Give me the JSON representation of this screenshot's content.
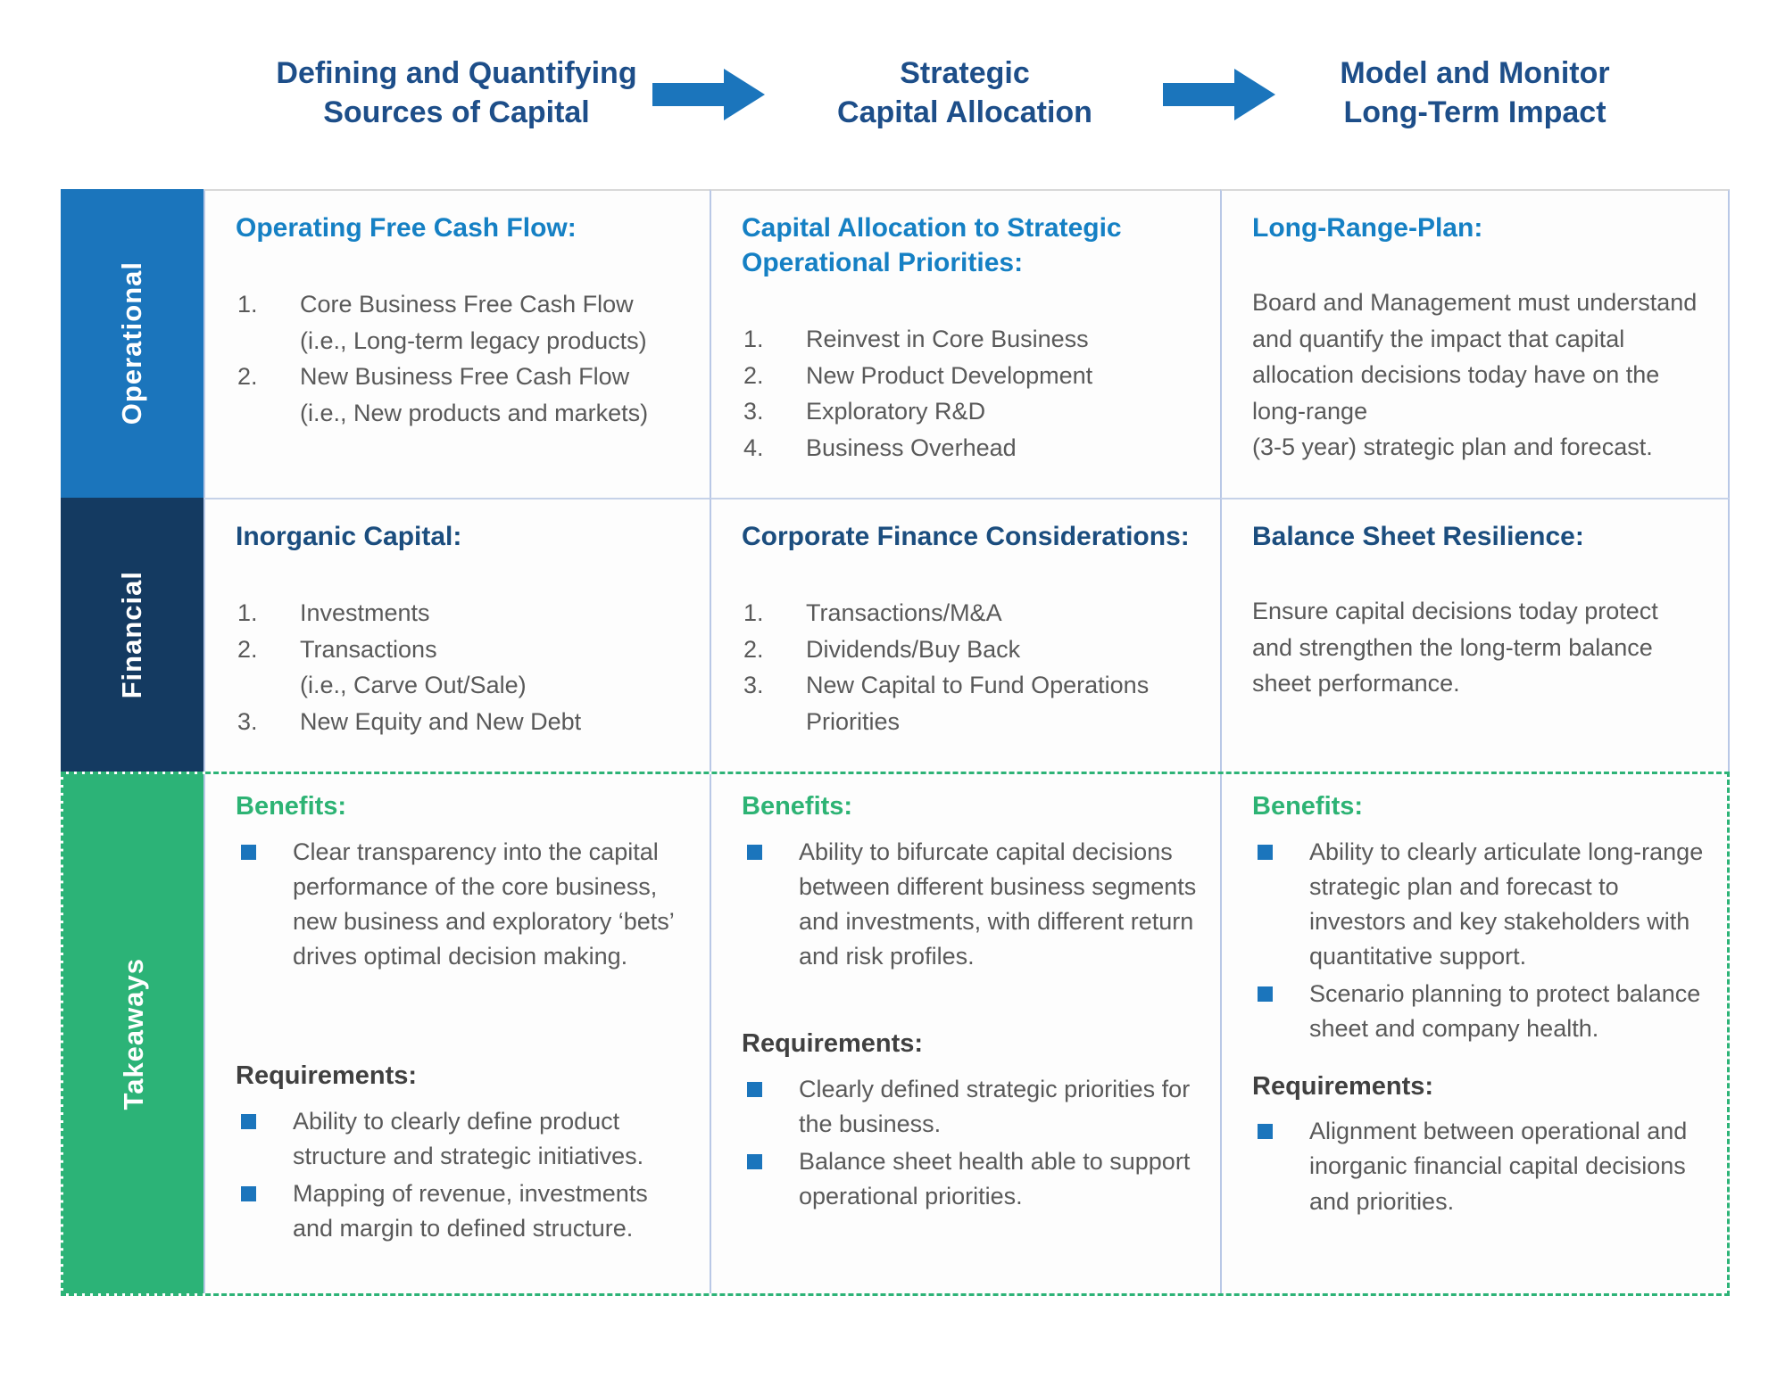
{
  "header": {
    "steps": [
      {
        "line1": "Defining and Quantifying",
        "line2": "Sources of Capital"
      },
      {
        "line1": "Strategic",
        "line2": "Capital Allocation"
      },
      {
        "line1": "Model and Monitor",
        "line2": "Long-Term Impact"
      }
    ]
  },
  "colors": {
    "operational_blue": "#1b75bc",
    "financial_navy": "#143a61",
    "takeaways_green": "#2cb377",
    "heading_bright_blue": "#1580c4",
    "heading_navy": "#1b4d7e",
    "benefits_green": "#2db374",
    "bullet_blue": "#1b75bc",
    "arrow_blue": "#1b75bc",
    "header_text_navy": "#1d4e89",
    "body_gray": "#595959"
  },
  "rows": {
    "operational": {
      "label": "Operational",
      "cells": [
        {
          "heading": "Operating Free Cash Flow:",
          "items": [
            "Core Business Free Cash Flow\n(i.e., Long-term legacy products)",
            "New Business Free Cash Flow\n(i.e., New products and markets)"
          ]
        },
        {
          "heading": "Capital Allocation to Strategic Operational Priorities:",
          "items": [
            "Reinvest in Core Business",
            "New Product Development",
            "Exploratory R&D",
            "Business Overhead"
          ]
        },
        {
          "heading": "Long-Range-Plan:",
          "paragraph": "Board and Management must understand and quantify the impact that capital allocation decisions today have on the long-range\n(3-5 year) strategic plan and forecast."
        }
      ]
    },
    "financial": {
      "label": "Financial",
      "cells": [
        {
          "heading": "Inorganic Capital:",
          "items": [
            "Investments",
            "Transactions\n(i.e., Carve Out/Sale)",
            "New Equity and New Debt"
          ]
        },
        {
          "heading": "Corporate Finance Considerations:",
          "items": [
            "Transactions/M&A",
            "Dividends/Buy Back",
            "New Capital to Fund Operations Priorities"
          ]
        },
        {
          "heading": "Balance Sheet Resilience:",
          "paragraph": "Ensure capital decisions today protect and strengthen the long-term balance sheet performance."
        }
      ]
    },
    "takeaways": {
      "label": "Takeaways",
      "cells": [
        {
          "benefits_heading": "Benefits:",
          "benefits": [
            "Clear transparency into the capital performance of the core business, new business and exploratory ‘bets’ drives optimal decision making."
          ],
          "requirements_heading": "Requirements:",
          "requirements": [
            "Ability to clearly define product structure and strategic initiatives.",
            "Mapping of revenue, investments and margin to defined structure."
          ]
        },
        {
          "benefits_heading": "Benefits:",
          "benefits": [
            "Ability to bifurcate capital decisions between different business segments and investments, with different return and risk profiles."
          ],
          "requirements_heading": "Requirements:",
          "requirements": [
            "Clearly defined strategic priorities for the business.",
            "Balance sheet health able to support operational priorities."
          ]
        },
        {
          "benefits_heading": "Benefits:",
          "benefits": [
            "Ability to clearly articulate long-range strategic plan and forecast to investors and key stakeholders with quantitative support.",
            "Scenario planning to protect balance sheet and company health."
          ],
          "requirements_heading": "Requirements:",
          "requirements": [
            "Alignment between operational and inorganic financial capital decisions and priorities."
          ]
        }
      ]
    }
  }
}
